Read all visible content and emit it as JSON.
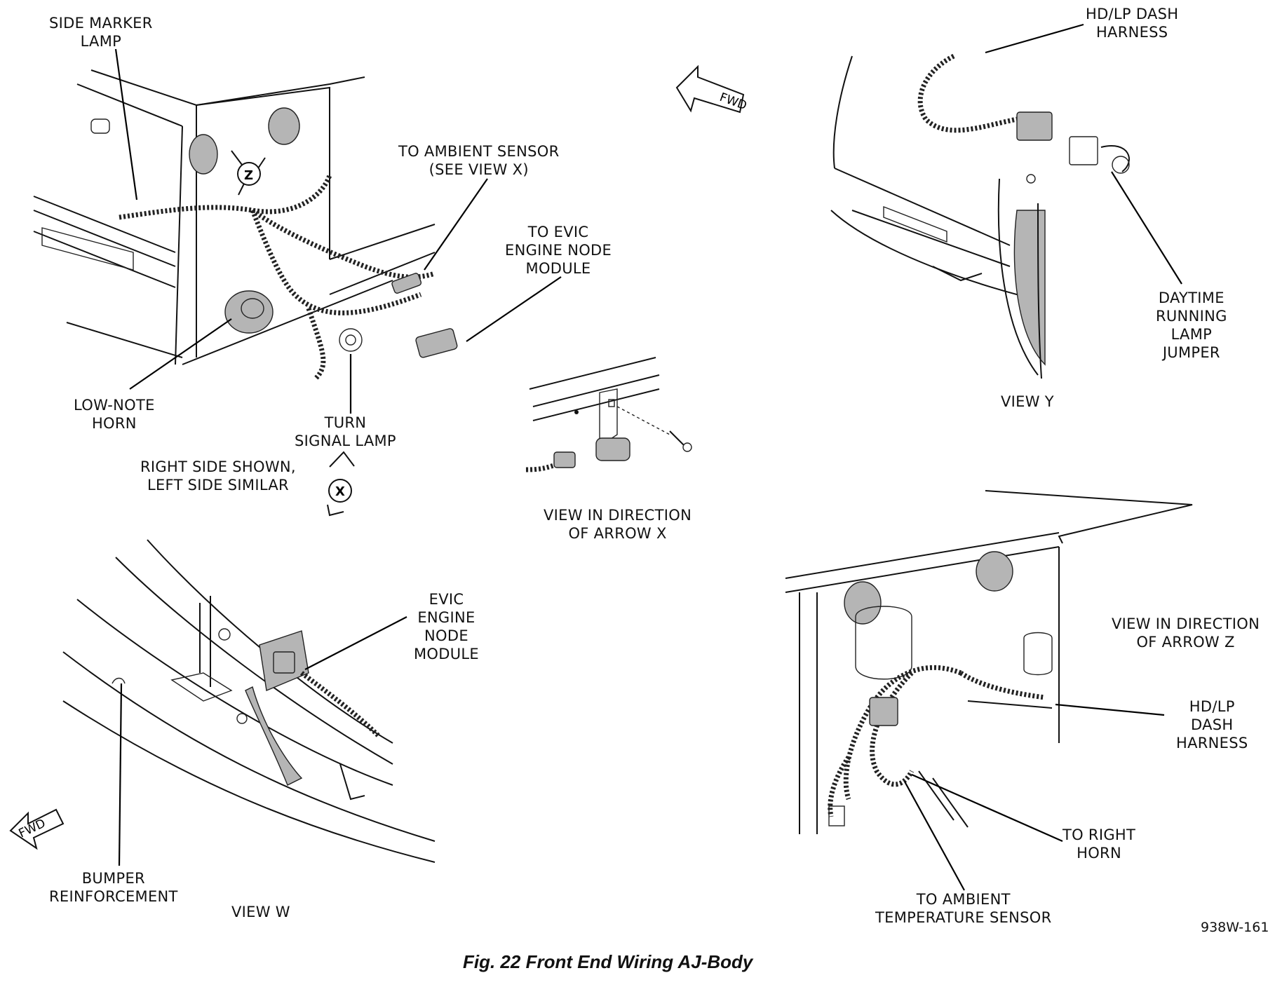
{
  "labels": {
    "side_marker_lamp": [
      "SIDE MARKER",
      "LAMP"
    ],
    "ambient_sensor": [
      "TO AMBIENT SENSOR",
      "(SEE VIEW X)"
    ],
    "evic_module_top": [
      "TO EVIC",
      "ENGINE NODE",
      "MODULE"
    ],
    "low_note_horn": [
      "LOW-NOTE",
      "HORN"
    ],
    "turn_signal_lamp": [
      "TURN",
      "SIGNAL LAMP"
    ],
    "right_side_shown": [
      "RIGHT SIDE SHOWN,",
      "LEFT SIDE SIMILAR"
    ],
    "hdlp_dash_harness_top": [
      "HD/LP DASH",
      "HARNESS"
    ],
    "daytime_running_lamp": [
      "DAYTIME",
      "RUNNING",
      "LAMP",
      "JUMPER"
    ],
    "view_y": "VIEW Y",
    "view_arrow_x": [
      "VIEW IN DIRECTION",
      "OF ARROW X"
    ],
    "evic_module_w": [
      "EVIC",
      "ENGINE",
      "NODE",
      "MODULE"
    ],
    "bumper_reinforcement": [
      "BUMPER",
      "REINFORCEMENT"
    ],
    "view_w": "VIEW W",
    "view_arrow_z": [
      "VIEW IN DIRECTION",
      "OF ARROW Z"
    ],
    "hdlp_dash_harness_z": [
      "HD/LP",
      "DASH",
      "HARNESS"
    ],
    "to_right_horn": [
      "TO RIGHT",
      "HORN"
    ],
    "to_ambient_temp": [
      "TO AMBIENT",
      "TEMPERATURE SENSOR"
    ]
  },
  "markers": {
    "fwd_top": "FWD",
    "fwd_bottom": "FWD",
    "arrow_z": "Z",
    "arrow_x": "X"
  },
  "figure_code": "938W-161",
  "caption": "Fig. 22 Front End Wiring AJ-Body"
}
